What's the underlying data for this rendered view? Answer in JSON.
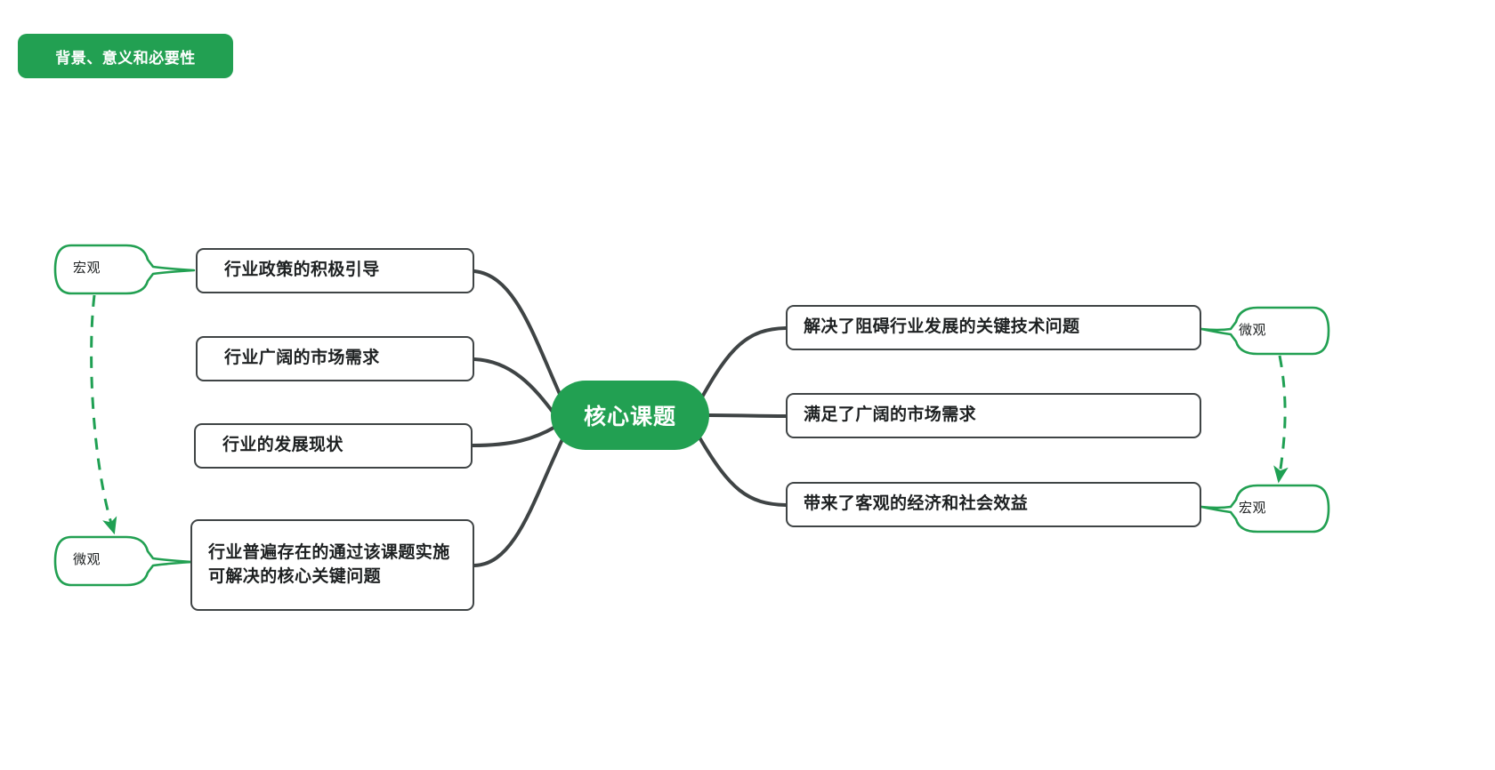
{
  "page": {
    "title_pill": "背景、意义和必要性",
    "accent_green": "#22a052",
    "node_border": "#3f4445",
    "link_color": "#3f4445",
    "callout_color": "#22a052"
  },
  "center": {
    "label": "核心课题"
  },
  "left_branch": {
    "nodes": [
      {
        "id": "l1",
        "label": "行业政策的积极引导"
      },
      {
        "id": "l2",
        "label": "行业广阔的市场需求"
      },
      {
        "id": "l3",
        "label": "行业的发展现状"
      },
      {
        "id": "l4",
        "label": "行业普遍存在的通过该课题实施可解决的核心关键问题"
      }
    ],
    "callouts": [
      {
        "id": "hongguan-left",
        "label": "宏观"
      },
      {
        "id": "weiguan-left",
        "label": "微观"
      }
    ]
  },
  "right_branch": {
    "nodes": [
      {
        "id": "r1",
        "label": "解决了阻碍行业发展的关键技术问题"
      },
      {
        "id": "r2",
        "label": "满足了广阔的市场需求"
      },
      {
        "id": "r3",
        "label": "带来了客观的经济和社会效益"
      }
    ],
    "callouts": [
      {
        "id": "weiguan-right",
        "label": "微观"
      },
      {
        "id": "hongguan-right",
        "label": "宏观"
      }
    ]
  }
}
